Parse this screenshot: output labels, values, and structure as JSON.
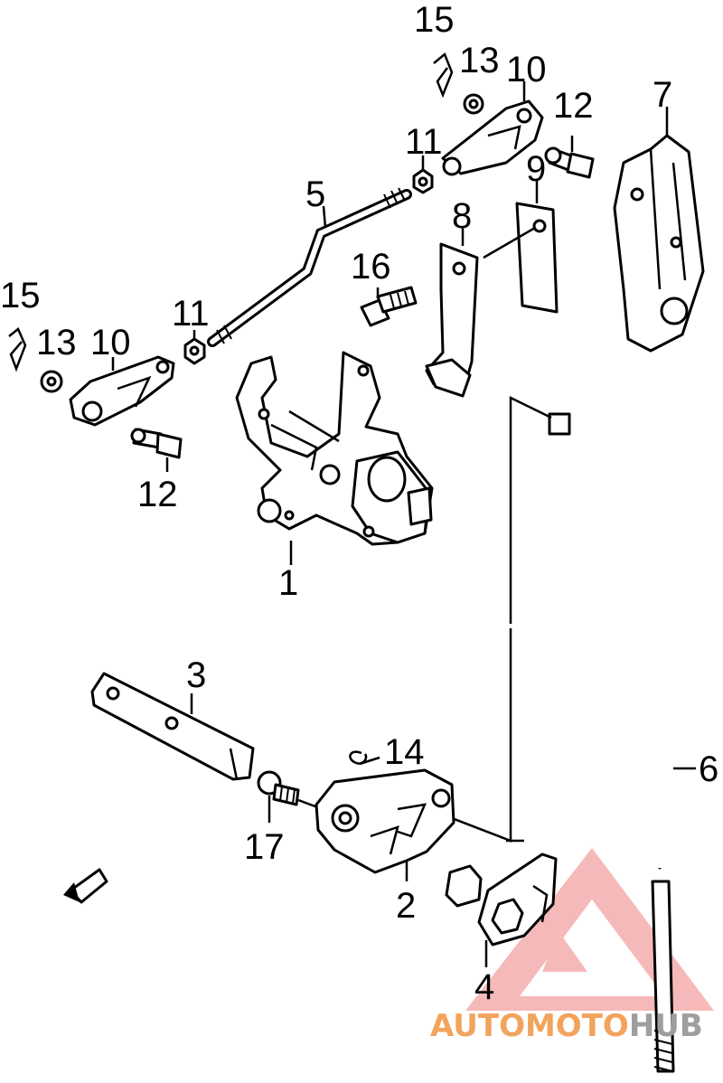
{
  "callouts": {
    "p1": "1",
    "p2": "2",
    "p3": "3",
    "p4": "4",
    "p5": "5",
    "p6": "6",
    "p7": "7",
    "p8": "8",
    "p9": "9",
    "p10_top": "10",
    "p11_top": "11",
    "p12_top": "12",
    "p13_top": "13",
    "p15_top": "15",
    "p10_left": "10",
    "p11_left": "11",
    "p12_left": "12",
    "p13_left": "13",
    "p15_left": "15",
    "p14": "14",
    "p16": "16",
    "p17": "17"
  },
  "watermark": {
    "part_a": "AUTOMOTO",
    "part_b": "HUB",
    "color_a": "#f2a35c",
    "color_b": "#9e9e9e",
    "logo_color": "#f08080"
  }
}
